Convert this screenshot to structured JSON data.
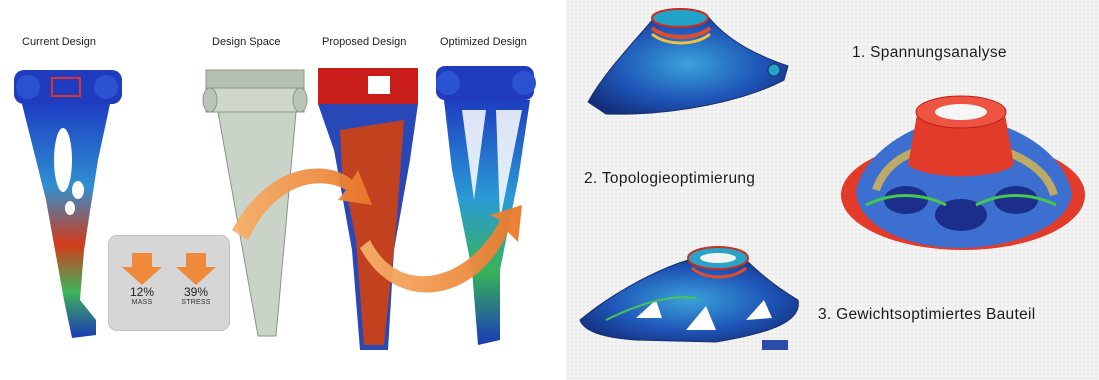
{
  "left_panel": {
    "labels": {
      "current": "Current Design",
      "space": "Design Space",
      "proposed": "Proposed Design",
      "optimized": "Optimized Design"
    },
    "stats": [
      {
        "percent": "12%",
        "caption": "MASS"
      },
      {
        "percent": "39%",
        "caption": "STRESS"
      }
    ],
    "icons": [
      "down-arrow-icon",
      "down-arrow-icon"
    ],
    "colors": {
      "arrow": "#ee8a3a",
      "stress_high": "#d62416",
      "stress_low": "#1c3fb8",
      "design_space": "#c9d3c7"
    }
  },
  "right_panel": {
    "steps": [
      {
        "label": "1. Spannungsanalyse"
      },
      {
        "label": "2. Topologieoptimierung"
      },
      {
        "label": "3. Gewichtsoptimiertes Bauteil"
      }
    ]
  }
}
